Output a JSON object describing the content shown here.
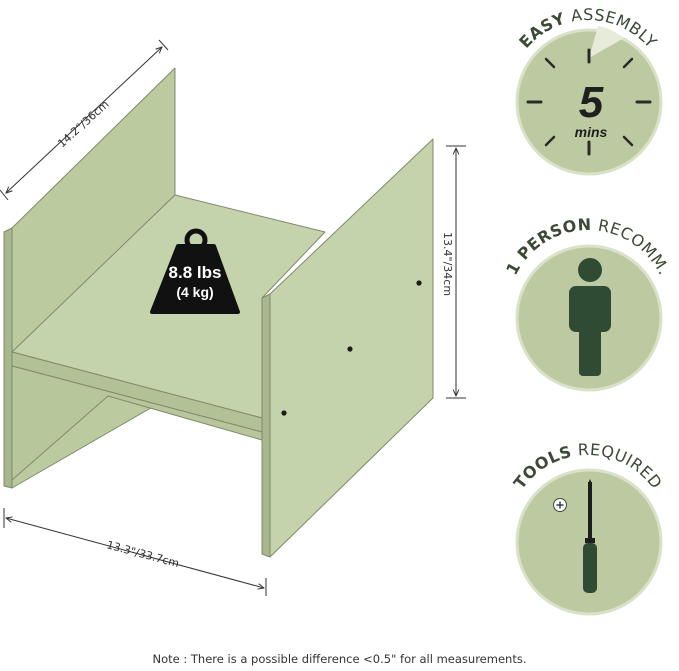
{
  "colors": {
    "panel": "#c5d3ac",
    "panel_edge": "#7f8a6c",
    "badge_fill": "#bcc9a1",
    "badge_ring": "#d9e2c7",
    "badge_text": "#3a4a34",
    "figure": "#2f4b34",
    "weight": "#111111"
  },
  "product": {
    "width_in": "14.2\"",
    "width_cm": "/36cm",
    "height_in": "13.4\"",
    "height_cm": "/34cm",
    "depth_in": "13.3\"",
    "depth_cm": "/33.7cm"
  },
  "weight": {
    "lbs": "8.8 lbs",
    "kg": "(4 kg)",
    "icon": "weight-icon"
  },
  "badges": {
    "assembly": {
      "bold": "EASY",
      "rest": " ASSEMBLY",
      "number": "5",
      "unit": "mins",
      "icon": "stopwatch-icon"
    },
    "person": {
      "bold": "1 PERSON",
      "rest": " RECOMM.",
      "icon": "person-icon"
    },
    "tools": {
      "bold": "TOOLS",
      "rest": " REQUIRED",
      "icon": "screwdriver-icon"
    }
  },
  "note": "Note : There is a possible difference <0.5\" for all measurements."
}
